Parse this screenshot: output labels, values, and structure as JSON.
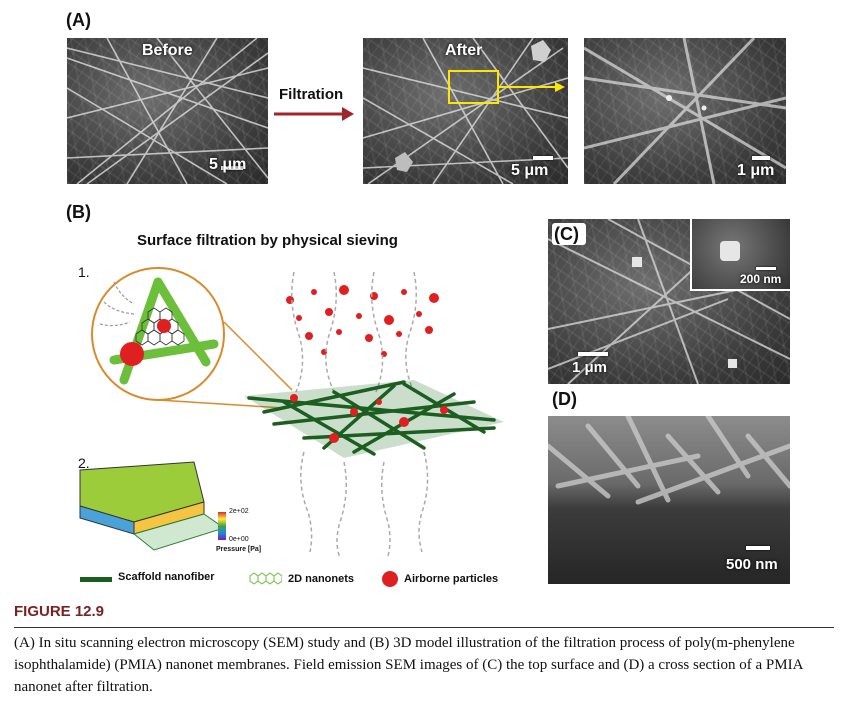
{
  "figure": {
    "label": "FIGURE 12.9",
    "caption": "(A) In situ scanning electron microscopy (SEM) study and (B) 3D model illustration of the filtration process of poly(m-phenylene isophthalamide) (PMIA) nanonet membranes. Field emission SEM images of (C) the top surface and (D) a cross section of a PMIA nanonet after filtration."
  },
  "panel_a": {
    "label": "(A)",
    "before_title": "Before",
    "before_scale": "5 μm",
    "arrow_label": "Filtration",
    "after_title": "After",
    "after_scale": "5 μm",
    "zoom_scale": "1 μm"
  },
  "panel_b": {
    "label": "(B)",
    "title": "Surface filtration by physical sieving",
    "step1": "1.",
    "step2": "2.",
    "colorbar_max": "2e+02",
    "colorbar_min": "0e+00",
    "colorbar_label": "Pressure [Pa]",
    "legend": {
      "scaffold": "Scaffold nanofiber",
      "nanonets": "2D nanonets",
      "particles": "Airborne particles"
    }
  },
  "panel_c": {
    "label": "(C)",
    "inset_scale": "200 nm",
    "scale": "1 μm"
  },
  "panel_d": {
    "label": "(D)",
    "scale": "500 nm"
  },
  "colors": {
    "arrow_red": "#a0252a",
    "highlight_yellow": "#ffe600",
    "particle_red": "#e02020",
    "fiber_green": "#2e7d32",
    "callout_orange": "#d98a2b"
  }
}
